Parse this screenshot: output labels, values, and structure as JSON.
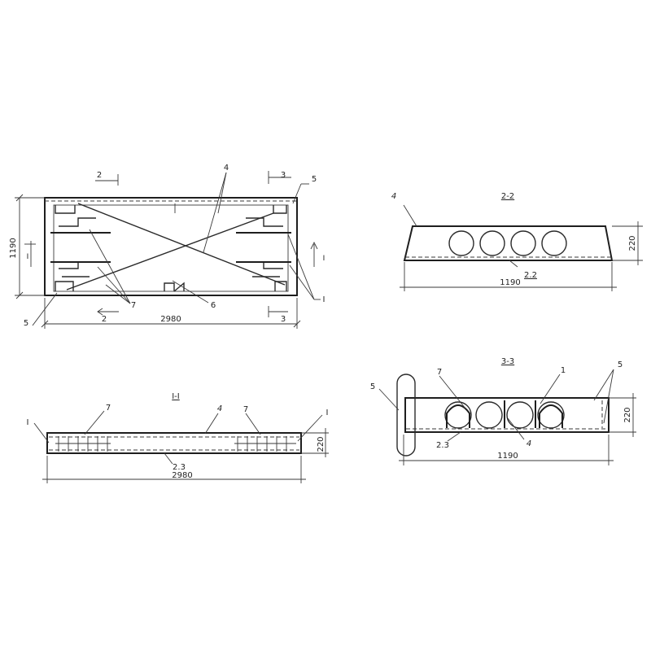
{
  "plan": {
    "width_dim": "2980",
    "height_dim": "1190",
    "section_mark_1": "I",
    "section_mark_2": "2",
    "section_mark_3": "3",
    "callout_1": "I",
    "callout_4": "4",
    "callout_5": "5",
    "callout_6": "6",
    "callout_7": "7"
  },
  "section_2_2": {
    "title": "2-2",
    "callout_4": "4",
    "height_dim": "220",
    "width_dim": "1190",
    "bottom_label": "2.2"
  },
  "section_1_1": {
    "title": "I-I",
    "callout_1": "I",
    "callout_4": "4",
    "callout_7": "7",
    "height_dim": "220",
    "bottom_label": "2.3",
    "width_dim": "2980"
  },
  "section_3_3": {
    "title": "3-3",
    "callout_1": "1",
    "callout_4": "4",
    "callout_5": "5",
    "callout_7": "7",
    "height_dim": "220",
    "bottom_label": "2.3",
    "width_dim": "1190"
  }
}
